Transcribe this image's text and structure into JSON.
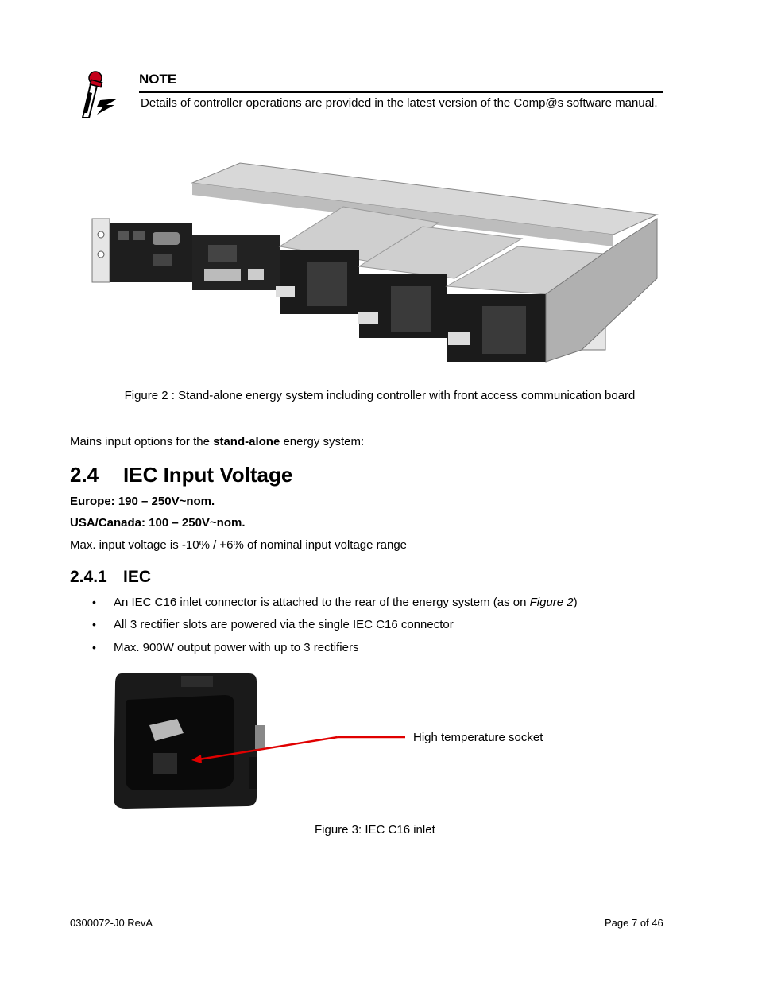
{
  "note": {
    "title": "NOTE",
    "body": "Details of controller operations are provided in the latest version of the Comp@s software manual."
  },
  "figure2": {
    "caption": "Figure 2 : Stand-alone energy system including controller with front access communication board"
  },
  "intro": {
    "before": "Mains input options for the ",
    "bold": "stand-alone",
    "after": " energy system:"
  },
  "section": {
    "number": "2.4",
    "title": "IEC Input Voltage",
    "europe": "Europe: 190 – 250V~nom.",
    "usa": "USA/Canada: 100 – 250V~nom.",
    "max": "Max. input voltage is -10% / +6% of nominal input voltage range"
  },
  "subsection": {
    "number": "2.4.1",
    "title": "IEC",
    "bullets": [
      {
        "before": "An IEC C16 inlet connector is attached to the rear of the energy system (as on ",
        "italic": "Figure 2",
        "after": ")"
      },
      {
        "text": "All 3 rectifier slots are powered via the single IEC C16 connector"
      },
      {
        "text": "Max. 900W output power with up to 3 rectifiers"
      }
    ]
  },
  "figure3": {
    "callout": "High temperature socket",
    "caption": "Figure 3:  IEC C16 inlet"
  },
  "footer": {
    "doc_id": "0300072-J0 RevA",
    "page": "Page 7 of 46"
  }
}
